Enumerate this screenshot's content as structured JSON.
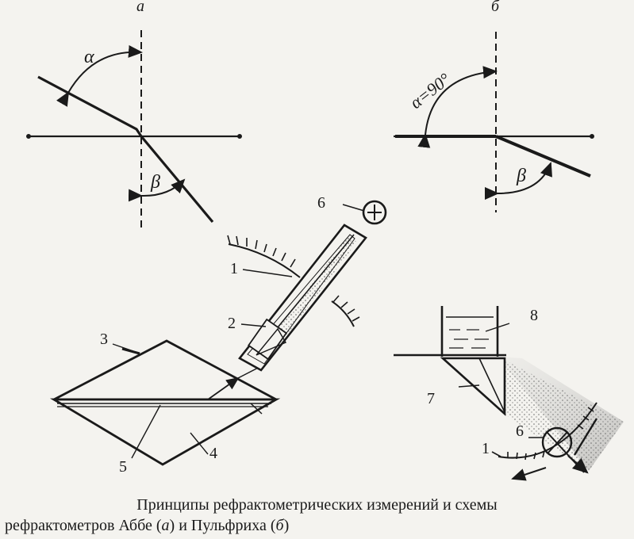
{
  "panel_labels": {
    "a": "а",
    "b": "б"
  },
  "angles": {
    "alpha": "α",
    "beta": "β",
    "alpha_90": "α=90°"
  },
  "part_numbers": [
    "1",
    "2",
    "3",
    "4",
    "5",
    "6",
    "7",
    "8"
  ],
  "caption": {
    "line1": "Принципы рефрактометрических измерений и схемы",
    "line2_prefix": "рефрактометров Аббе (",
    "line2_a": "а",
    "line2_mid": ") и Пульфриха (",
    "line2_b": "б",
    "line2_suffix": ")"
  }
}
